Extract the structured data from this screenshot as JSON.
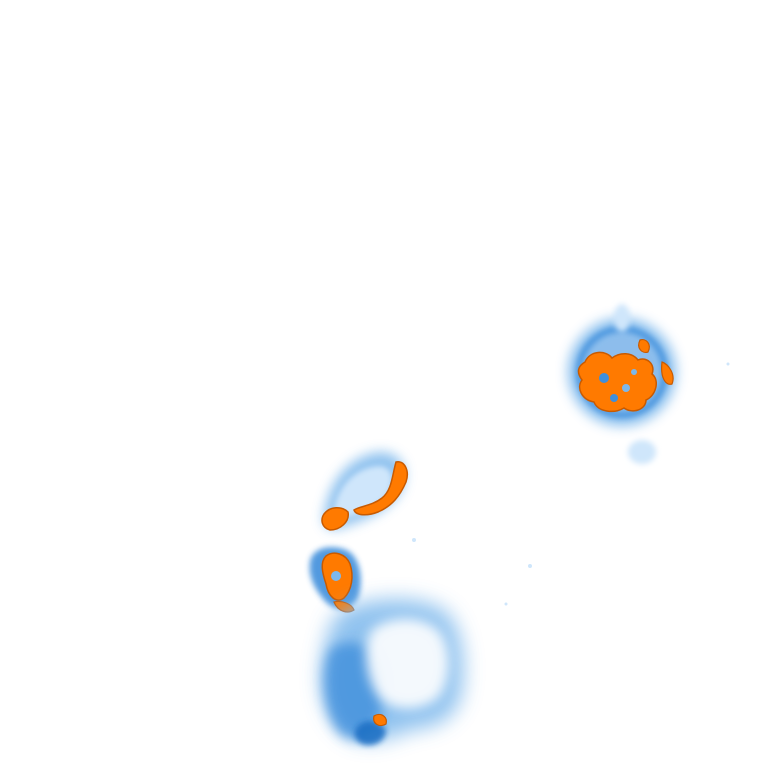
{
  "image": {
    "kind": "density-heatmap-blobs",
    "background_color": "#ffffff",
    "palette": {
      "light_blue": "#cfe6fb",
      "mid_blue": "#7db8ec",
      "blue": "#3f8fdc",
      "dark_blue": "#1f6fc4",
      "orange": "#ff7a00",
      "orange_edge": "#c85a00"
    },
    "regions": [
      "upper-right-cluster",
      "middle-left-arc",
      "lower-left-cluster",
      "bottom-mass"
    ]
  }
}
